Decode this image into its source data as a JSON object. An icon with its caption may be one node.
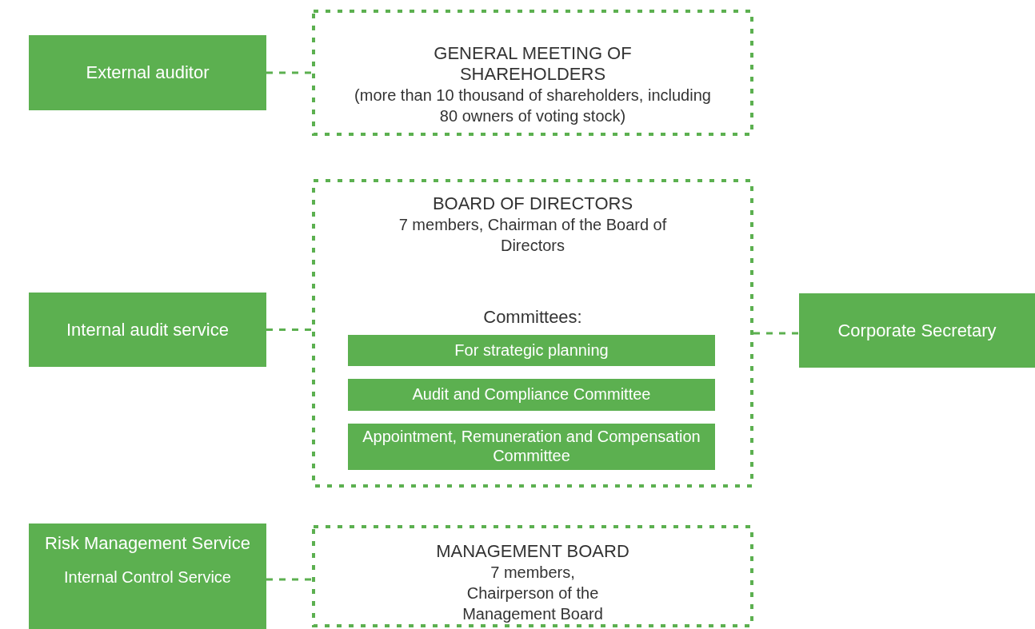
{
  "diagram": {
    "nodes": [
      {
        "text": [
          "External auditor"
        ]
      },
      {
        "text": [
          "GENERAL MEETING OF SHAREHOLDERS",
          "(more than 10 thousand of shareholders, including 80 owners of voting stock)"
        ]
      },
      {
        "text": [
          "Internal audit service"
        ]
      },
      {
        "text": [
          "BOARD OF DIRECTORS",
          "7 members, Chairman of the Board of Directors",
          "Committees:"
        ]
      },
      {
        "text": [
          "For strategic planning"
        ],
        "in": 3
      },
      {
        "text": [
          "Audit and Compliance Committee"
        ],
        "in": 3
      },
      {
        "text": [
          "Appointment, Remuneration and Compensation Committee"
        ],
        "in": 3
      },
      {
        "text": [
          "Corporate Secretary"
        ]
      },
      {
        "text": [
          "Risk Management Service",
          "Internal Control Service"
        ]
      },
      {
        "text": [
          "MANAGEMENT BOARD",
          "7 members, Chairperson of the Management Board"
        ]
      }
    ],
    "edges": [
      {
        "from": 0,
        "to": 1,
        "arrow": "none",
        "style": "dashed"
      },
      {
        "from": 2,
        "to": 3,
        "arrow": "none",
        "style": "dashed"
      },
      {
        "from": 3,
        "to": 7,
        "arrow": "none",
        "style": "dashed"
      },
      {
        "from": 8,
        "to": 9,
        "arrow": "none",
        "style": "dashed"
      }
    ]
  }
}
